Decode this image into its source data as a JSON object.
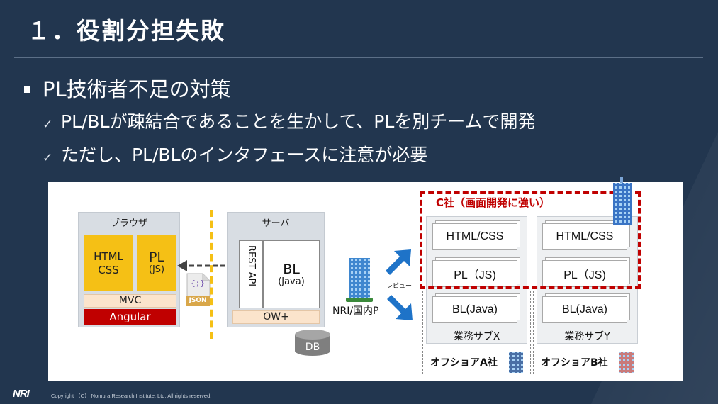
{
  "slide": {
    "title": "１．役割分担失敗",
    "bullet": "PL技術者不足の対策",
    "checks": [
      "PL/BLが疎結合であることを生かして、PLを別チームで開発",
      "ただし、PL/BLのインタフェースに注意が必要"
    ],
    "check_icon": "check-mark-icon"
  },
  "diagram": {
    "browser": {
      "caption": "ブラウザ",
      "html_css": [
        "HTML",
        "CSS"
      ],
      "pl": "PL",
      "pl_sub": "(JS)",
      "mvc": "MVC",
      "framework": "Angular"
    },
    "json_label": "JSON",
    "json_glyph": "{;}",
    "server": {
      "caption": "サーバ",
      "rest_api": "REST API",
      "bl": "BL",
      "bl_sub": "(Java)",
      "ow": "OW+"
    },
    "db": "DB",
    "nri_label": "NRI/国内P",
    "review_label": "レビュー",
    "company_c": "C社（画面開発に強い）",
    "teams": [
      {
        "html": "HTML/CSS",
        "pl": "PL（JS)",
        "bl": "BL(Java)",
        "name": "業務サブX",
        "vendor": "オフショアA社"
      },
      {
        "html": "HTML/CSS",
        "pl": "PL（JS)",
        "bl": "BL(Java)",
        "name": "業務サブY",
        "vendor": "オフショアB社"
      }
    ],
    "colors": {
      "accent_yellow": "#f5c015",
      "angular_red": "#c00000",
      "arrow_blue": "#1e73c8",
      "divider_yellow": "#f5c015"
    }
  },
  "footer": {
    "logo": "NRI",
    "copyright": "Copyright （C） Nomura Research Institute, Ltd. All rights reserved."
  }
}
